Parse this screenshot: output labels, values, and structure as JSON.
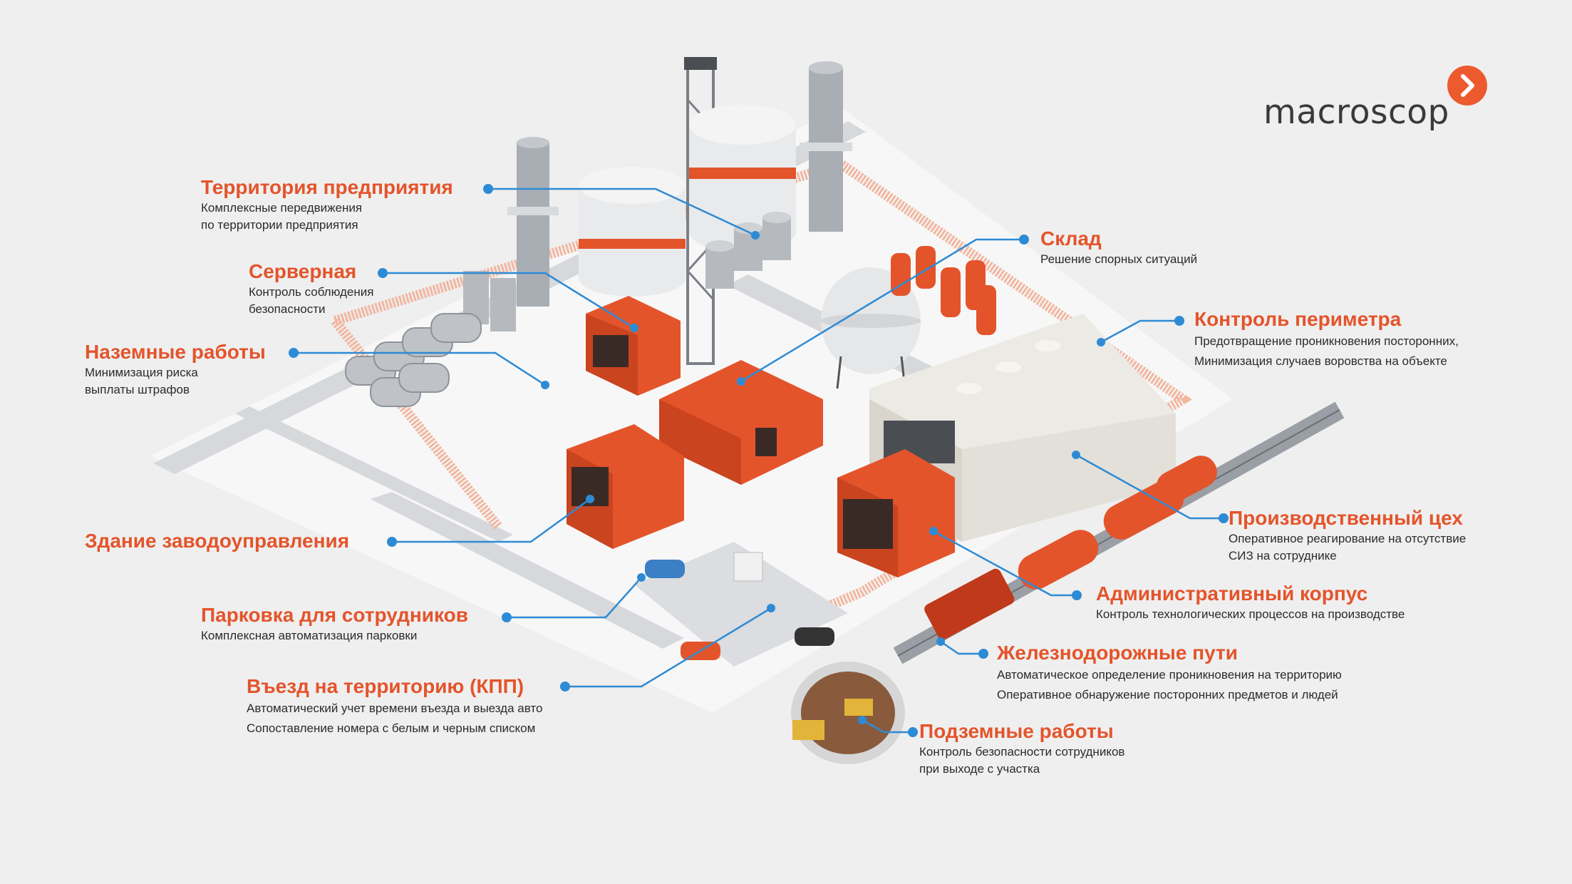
{
  "brand": {
    "name": "macroscop",
    "accent": "#e4542b"
  },
  "labels": {
    "territory": {
      "title": "Территория предприятия",
      "lines": [
        "Комплексные передвижения",
        "по территории предприятия"
      ]
    },
    "server": {
      "title": "Серверная",
      "lines": [
        "Контроль соблюдения",
        "безопасности"
      ]
    },
    "ground": {
      "title": "Наземные работы",
      "lines": [
        "Минимизация риска",
        "выплаты штрафов"
      ]
    },
    "admin_building": {
      "title": "Здание заводоуправления",
      "lines": []
    },
    "parking": {
      "title": "Парковка для сотрудников",
      "lines": [
        "Комплексная автоматизация парковки"
      ]
    },
    "entrance": {
      "title": "Въезд на территорию (КПП)",
      "lines": [
        "Автоматический учет времени въезда и выезда авто",
        "Сопоставление номера с белым и черным списком"
      ]
    },
    "warehouse": {
      "title": "Склад",
      "lines": [
        "Решение спорных ситуаций"
      ]
    },
    "perimeter": {
      "title": "Контроль периметра",
      "lines": [
        "Предотвращение проникновения посторонних,",
        "Минимизация случаев воровства на объекте"
      ]
    },
    "workshop": {
      "title": "Производственный цех",
      "lines": [
        "Оперативное реагирование на отсутствие",
        "СИЗ на сотруднике"
      ]
    },
    "office": {
      "title": "Административный корпус",
      "lines": [
        "Контроль технологических процессов на производстве"
      ]
    },
    "railway": {
      "title": "Железнодорожные пути",
      "lines": [
        "Автоматическое определение проникновения на территорию",
        "Оперативное обнаружение посторонних предметов и людей"
      ]
    },
    "underground": {
      "title": "Подземные работы",
      "lines": [
        "Контроль безопасности сотрудников",
        "при выходе с участка"
      ]
    }
  }
}
